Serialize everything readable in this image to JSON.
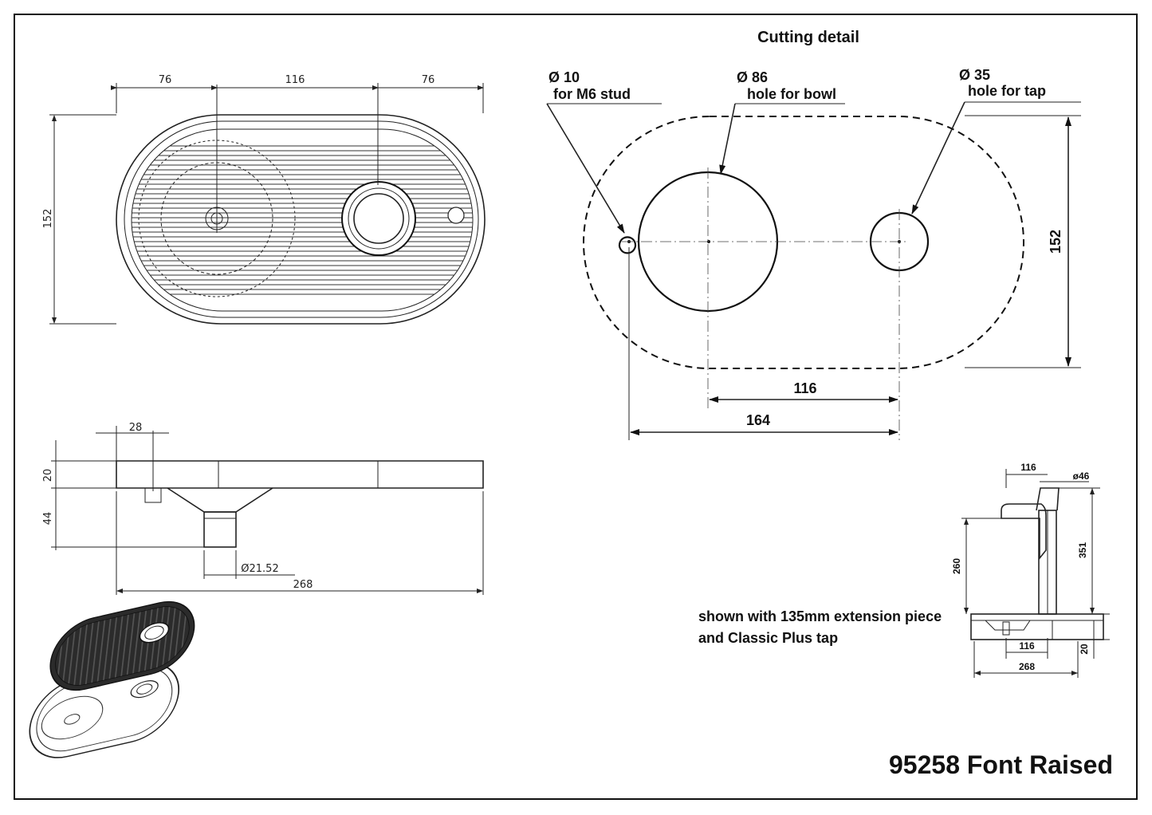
{
  "sheet": {
    "title": "95258 Font Raised",
    "note_line1": "shown with 135mm extension piece",
    "note_line2": "and Classic Plus tap"
  },
  "cutting_detail": {
    "heading": "Cutting detail",
    "stud_dia": "Ø 10",
    "stud_note": "for M6 stud",
    "bowl_dia": "Ø  86",
    "bowl_note": "hole for bowl",
    "tap_dia": "Ø  35",
    "tap_note": "hole for tap",
    "dim_height": "152",
    "dim_centers": "116",
    "dim_overall": "164"
  },
  "top_view": {
    "dim_left": "76",
    "dim_middle": "116",
    "dim_right": "76",
    "dim_height": "152"
  },
  "side_view": {
    "dim_offset": "28",
    "dim_top": "20",
    "dim_drop": "44",
    "dim_outlet": "Ø21.52",
    "dim_length": "268"
  },
  "tap_view": {
    "dim_reach": "116",
    "dim_dia": "ø46",
    "dim_spout": "260",
    "dim_total": "351",
    "dim_base_width": "116",
    "dim_base_length": "268",
    "dim_base_height": "20"
  }
}
